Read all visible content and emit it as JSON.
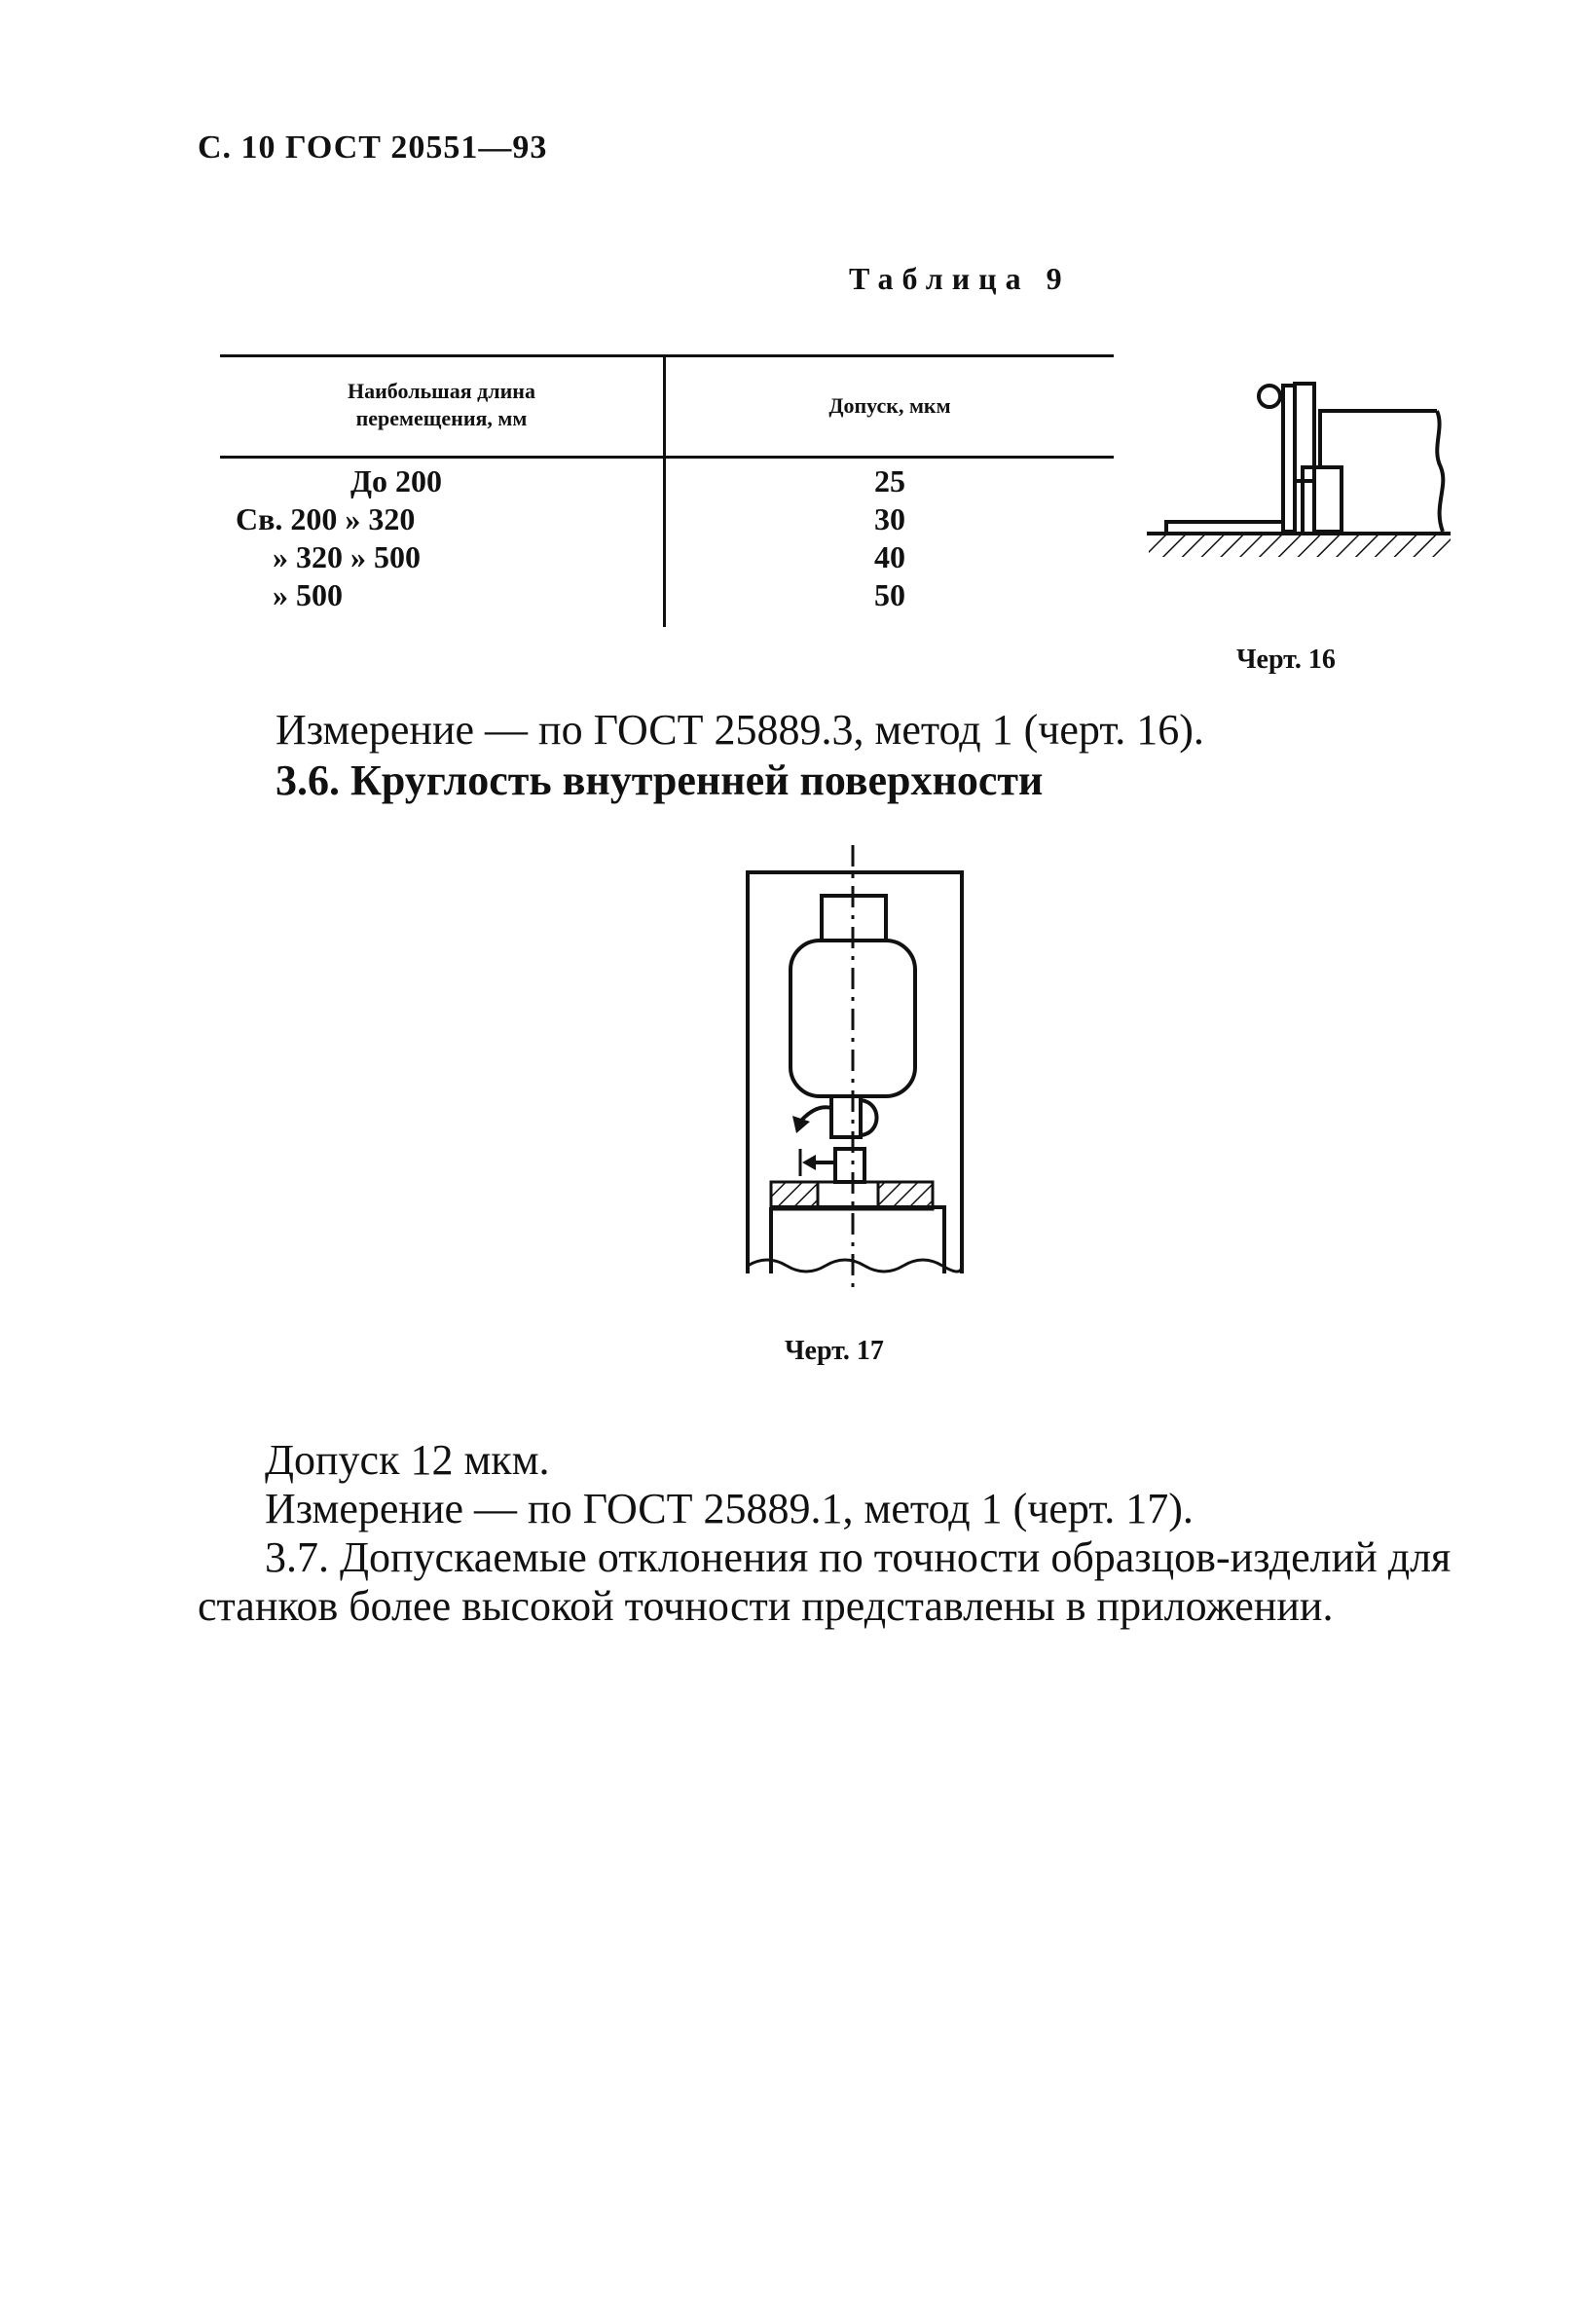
{
  "header": {
    "text": "С. 10 ГОСТ 20551—93"
  },
  "table9": {
    "title": "Таблица 9",
    "col1_header": [
      "Наибольшая длина",
      "перемещения, мм"
    ],
    "col2_header": "Допуск, мкм",
    "rows": [
      {
        "length": "До 200",
        "tol": "25"
      },
      {
        "length": "Св. 200 » 320",
        "tol": "30"
      },
      {
        "length": "» 320 » 500",
        "tol": "40"
      },
      {
        "length": "» 500",
        "tol": "50"
      }
    ]
  },
  "fig16": {
    "caption": "Черт. 16"
  },
  "text": {
    "measure1": "Измерение — по ГОСТ 25889.3, метод 1 (черт. 16).",
    "section36": "3.6. Круглость внутренней поверхности",
    "tolerance": "Допуск 12 мкм.",
    "measure2": "Измерение — по ГОСТ 25889.1, метод 1 (черт. 17).",
    "section37_line1": "3.7. Допускаемые отклонения по точности образцов-изделий для",
    "section37_line2": "станков более высокой точности представлены в приложении."
  },
  "fig17": {
    "caption": "Черт. 17"
  }
}
